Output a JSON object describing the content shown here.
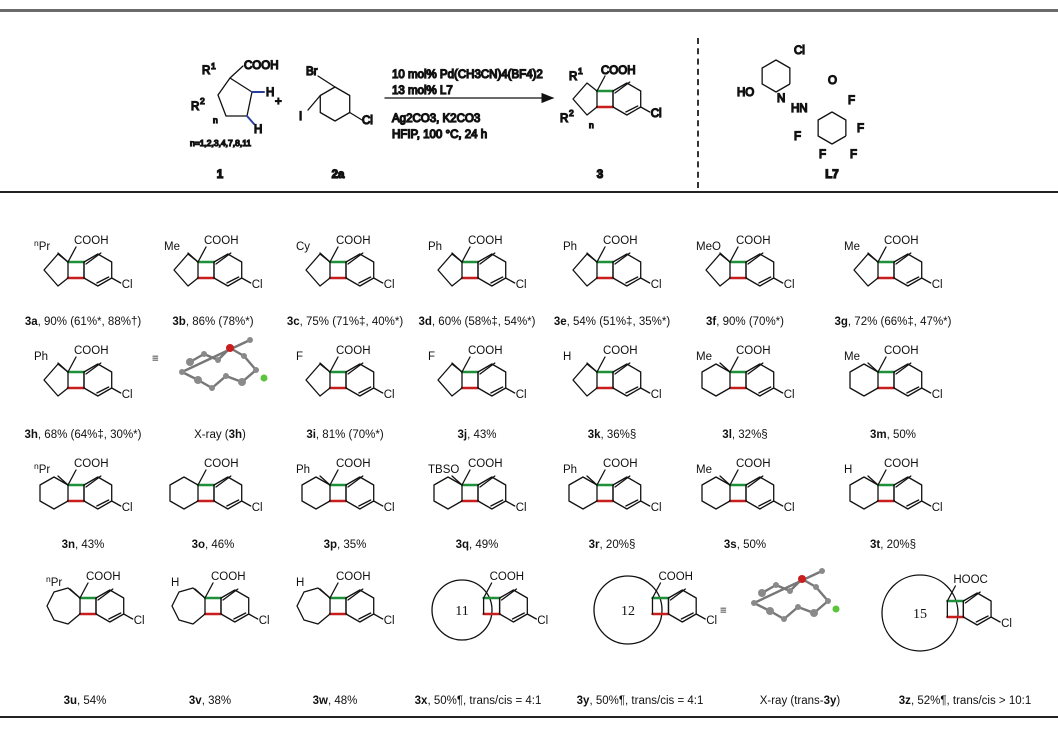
{
  "reaction": {
    "reactant1": {
      "label": "1",
      "sub_carboxyl": "COOH",
      "sub_r1": "R",
      "sub_r1_sup": "1",
      "sub_r2": "R",
      "sub_r2_sup": "2",
      "sub_n": "n",
      "sub_h1": "H",
      "sub_h2": "H",
      "range": "n=1,2,3,4,7,8,11"
    },
    "plus": "+",
    "reactant2": {
      "label": "2a",
      "br": "Br",
      "i": "I",
      "cl": "Cl"
    },
    "conditions": {
      "line1": "10 mol% Pd(CH",
      "line1_full": "10 mol% Pd(CH3CN)4(BF4)2",
      "line2": "13 mol% L7",
      "line3": "Ag2CO3, K2CO3",
      "line4": "HFIP, 100 °C, 24 h"
    },
    "product": {
      "label": "3",
      "cooh": "COOH",
      "r1": "R",
      "r1_sup": "1",
      "r2": "R",
      "r2_sup": "2",
      "n": "n",
      "cl": "Cl"
    },
    "ligand": {
      "label": "L7",
      "ho": "HO",
      "n": "N",
      "cl": "Cl",
      "o": "O",
      "hn": "HN",
      "f": "F"
    }
  },
  "compounds": [
    {
      "id": "3a",
      "yield": ", 90% (61%*, 88%†)",
      "r": "nPr"
    },
    {
      "id": "3b",
      "yield": ", 86% (78%*)",
      "r": "Me"
    },
    {
      "id": "3c",
      "yield": ", 75% (71%‡, 40%*)",
      "r": "Cy"
    },
    {
      "id": "3d",
      "yield": ", 60% (58%‡, 54%*)",
      "r": "Ph"
    },
    {
      "id": "3e",
      "yield": ", 54% (51%‡, 35%*)",
      "r": "Ph"
    },
    {
      "id": "3f",
      "yield": ", 90% (70%*)",
      "r": "MeO"
    },
    {
      "id": "3g",
      "yield": ", 72% (66%‡, 47%*)",
      "r": "Me"
    },
    {
      "id": "3h",
      "yield": ", 68% (64%‡, 30%*)",
      "r": "Ph"
    },
    {
      "id": "xray3h",
      "caption": "X-ray (",
      "bold": "3h",
      "close": ")"
    },
    {
      "id": "3i",
      "yield": ", 81% (70%*)",
      "r": "F"
    },
    {
      "id": "3j",
      "yield": ", 43%",
      "r": "F"
    },
    {
      "id": "3k",
      "yield": ", 36%§",
      "r": "H"
    },
    {
      "id": "3l",
      "yield": ", 32%§",
      "r": "Me"
    },
    {
      "id": "3m",
      "yield": ", 50%",
      "r": "Me"
    },
    {
      "id": "3n",
      "yield": ", 43%",
      "r": "nPr"
    },
    {
      "id": "3o",
      "yield": ", 46%",
      "r": ""
    },
    {
      "id": "3p",
      "yield": ", 35%",
      "r": "Ph"
    },
    {
      "id": "3q",
      "yield": ", 49%",
      "r": "TBSO"
    },
    {
      "id": "3r",
      "yield": ", 20%§",
      "r": "Ph"
    },
    {
      "id": "3s",
      "yield": ", 50%",
      "r": "Me"
    },
    {
      "id": "3t",
      "yield": ", 20%§",
      "r": "H"
    },
    {
      "id": "3u",
      "yield": ", 54%",
      "r": "nPr"
    },
    {
      "id": "3v",
      "yield": ", 38%",
      "r": "H"
    },
    {
      "id": "3w",
      "yield": ", 48%",
      "r": "H"
    },
    {
      "id": "3x",
      "yield": ", 50%¶, trans/cis = 4:1",
      "ring": "11"
    },
    {
      "id": "3y",
      "yield": ", 50%¶, trans/cis = 4:1",
      "ring": "12"
    },
    {
      "id": "xray3y",
      "caption": "X-ray (trans-",
      "bold": "3y",
      "close": ")"
    },
    {
      "id": "3z",
      "yield": ", 52%¶, trans/cis > 10:1",
      "ring": "15"
    }
  ],
  "common": {
    "cooh": "COOH",
    "cl": "Cl",
    "hooc": "HOOC",
    "me": "Me",
    "cy": "Cy",
    "ph": "Ph",
    "meo": "MeO",
    "f": "F",
    "h": "H",
    "tbso": "TBSO",
    "npr": "Pr",
    "n_sup": "n",
    "equiv": "≡"
  },
  "colors": {
    "green_bond": "#1f8f3a",
    "red_bond": "#c81e1e",
    "blue_bond": "#2a3f9a",
    "rule": "#6b6b6b"
  }
}
